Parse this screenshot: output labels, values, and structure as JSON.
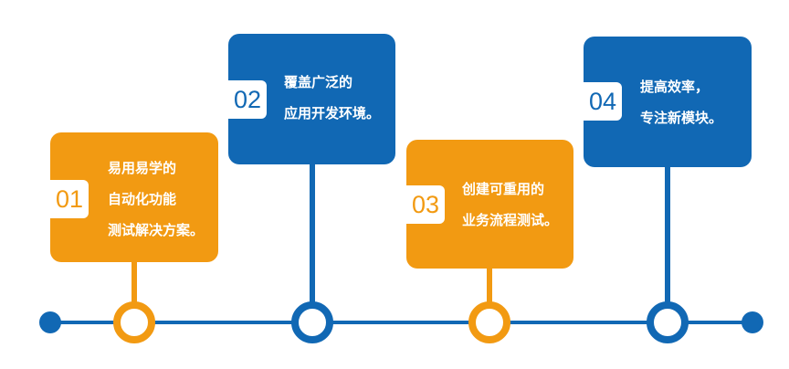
{
  "colors": {
    "orange": "#f29a12",
    "blue": "#1168b4"
  },
  "steps": [
    {
      "number": "01",
      "lines": [
        "易用易学的",
        "自动化功能",
        "测试解决方案。"
      ]
    },
    {
      "number": "02",
      "lines": [
        "覆盖广泛的",
        "应用开发环境。"
      ]
    },
    {
      "number": "03",
      "lines": [
        "创建可重用的",
        "业务流程测试。"
      ]
    },
    {
      "number": "04",
      "lines": [
        "提高效率，",
        "专注新模块。"
      ]
    }
  ]
}
